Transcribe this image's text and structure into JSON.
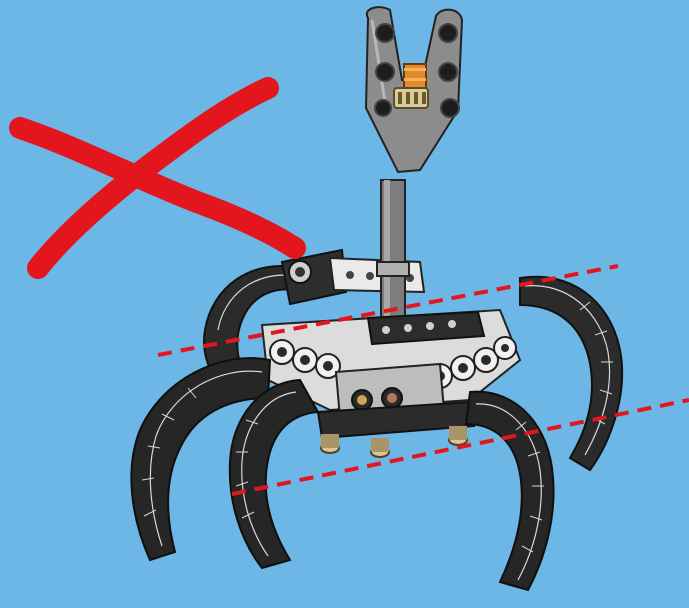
{
  "scene": {
    "subject": "robotic-claw-grabber",
    "background_color": "#6cb7e6",
    "accent_color": "#e3161e",
    "part_dark": "#2a2a2a",
    "part_light": "#e6e6e6",
    "part_grey": "#8a8a8a",
    "gear_color": "#e38a2b",
    "markers": [
      "red-x-mark",
      "dashed-alignment-line-top",
      "dashed-alignment-line-bottom"
    ]
  }
}
